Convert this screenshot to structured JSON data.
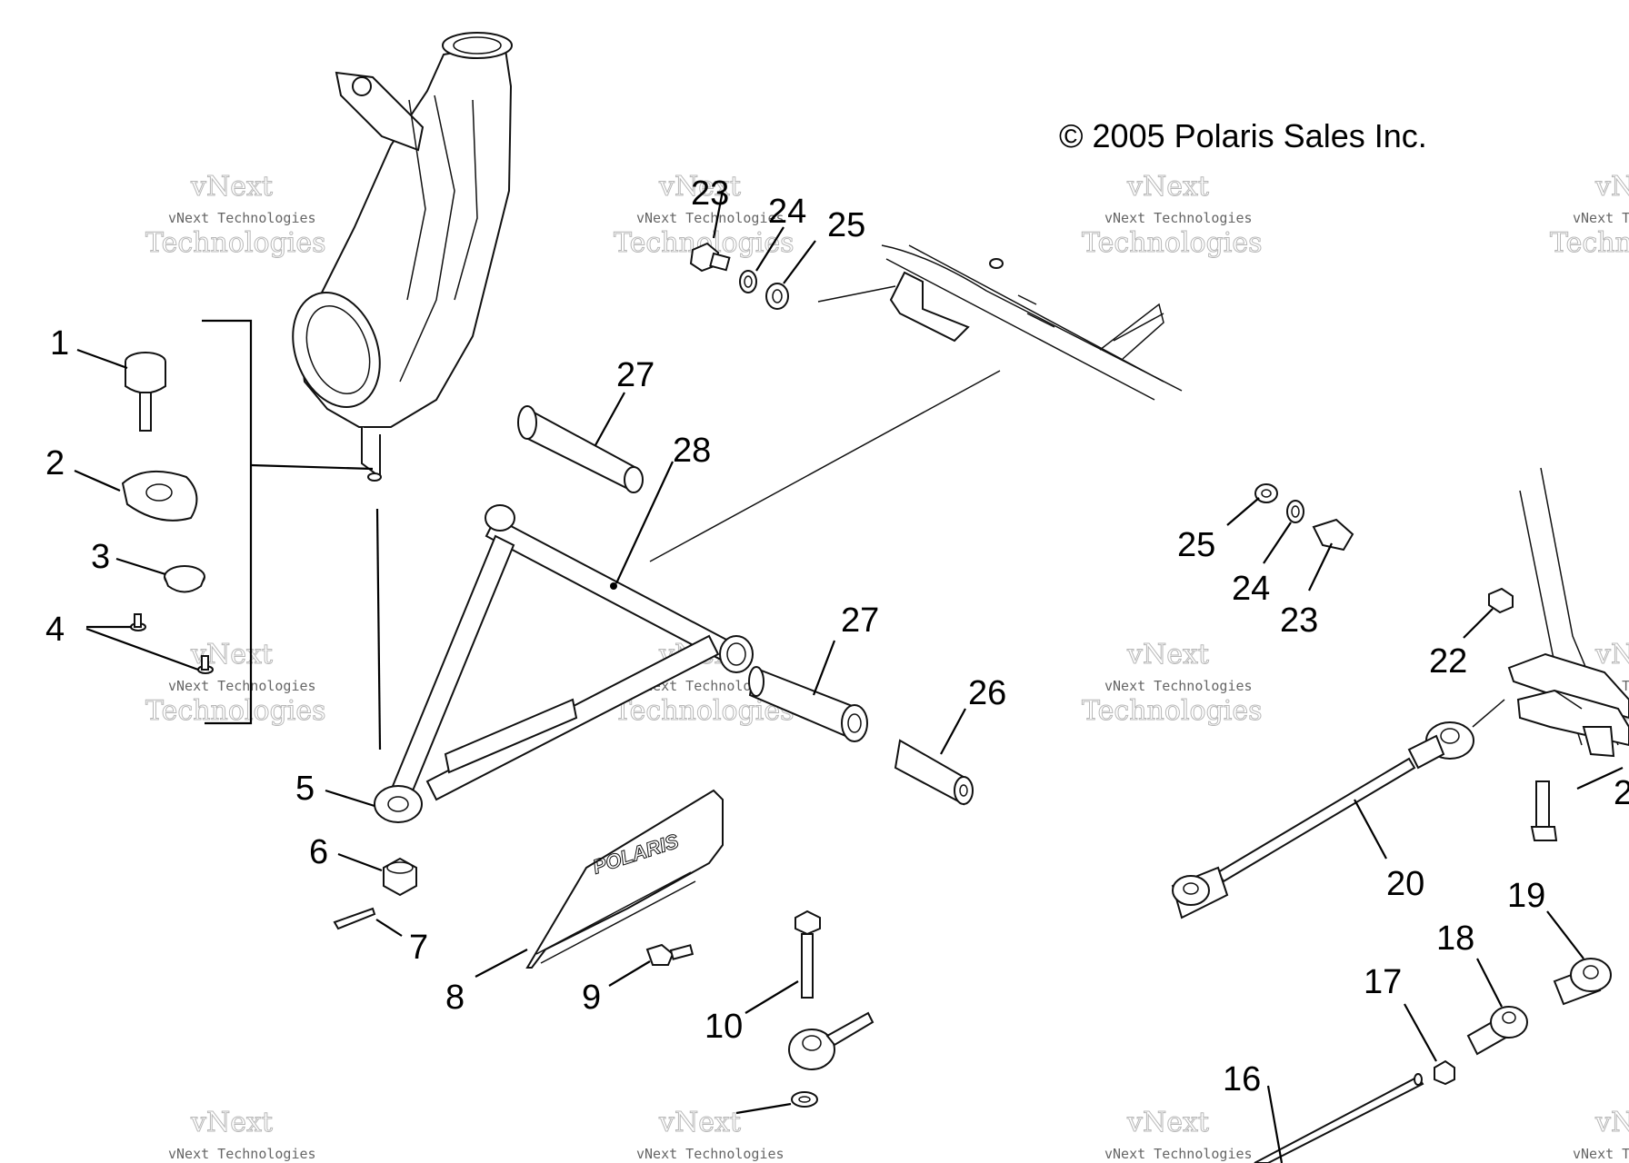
{
  "copyright": "© 2005 Polaris Sales Inc.",
  "watermark": {
    "line1": "vNext",
    "line2": "vNext Technologies",
    "line3": "Technologies"
  },
  "brand_mark": "POLARIS",
  "callouts": [
    "1",
    "2",
    "3",
    "4",
    "5",
    "6",
    "7",
    "8",
    "9",
    "10",
    "16",
    "17",
    "18",
    "19",
    "20",
    "22",
    "23",
    "24",
    "25",
    "26",
    "27",
    "28",
    "2"
  ]
}
